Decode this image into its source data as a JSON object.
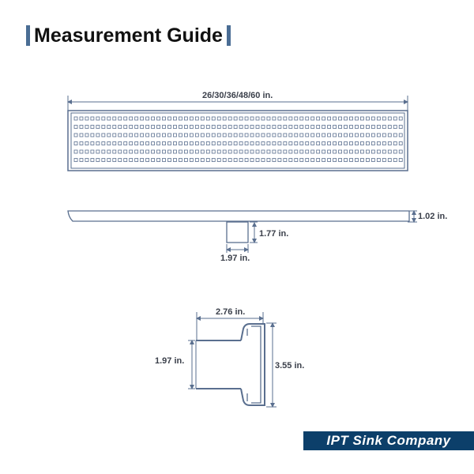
{
  "title": "Measurement Guide",
  "colors": {
    "line": "#5a6f8f",
    "accent": "#4a6d94",
    "banner": "#0c3f6a"
  },
  "top_view": {
    "length_label": "26/30/36/48/60 in."
  },
  "side_view": {
    "height_label": "1.02 in.",
    "outlet_height_label": "1.77 in.",
    "outlet_width_label": "1.97 in."
  },
  "section_view": {
    "depth_label": "2.76 in.",
    "outlet_diameter_label": "1.97 in.",
    "total_height_label": "3.55 in."
  },
  "brand": "IPT Sink Company"
}
